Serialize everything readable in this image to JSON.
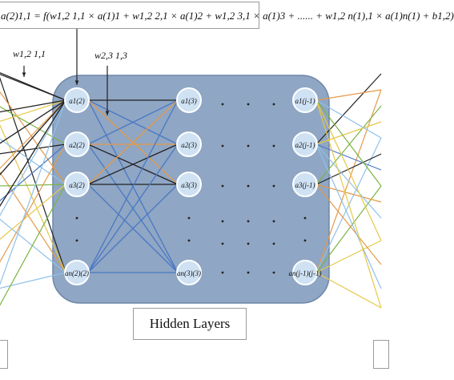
{
  "diagram": {
    "formula": "a(2)1,1 = f(w1,2 1,1 × a(1)1 + w1,2 2,1 × a(1)2 + w1,2 3,1 × a(1)3 + ...... + w1,2 n(1),1 × a(1)n(1) + b1,2)",
    "hidden_layers_label": "Hidden Layers",
    "weight_labels": [
      "w1,2 1,1",
      "w2,3 1,3"
    ],
    "layer2_nodes": [
      "a1(2)",
      "a2(2)",
      "a3(2)",
      "an(2)(2)"
    ],
    "layer3_nodes": [
      "a1(3)",
      "a2(3)",
      "a3(3)",
      "an(3)(3)"
    ],
    "layerj_nodes": [
      "a1(j-1)",
      "a2(j-1)",
      "a3(j-1)",
      "an(j-1)(j-1)"
    ],
    "colors": {
      "hidden_region": "#8fa6c4",
      "node_fill": "#cfe2f4",
      "node_stroke": "#ffffff",
      "edge_black": "#222222",
      "edge_blue": "#4a78c4",
      "edge_orange": "#e59a4a",
      "edge_green": "#7cb342",
      "edge_yellow": "#e6c84a",
      "edge_lightblue": "#8fc1e8"
    }
  }
}
